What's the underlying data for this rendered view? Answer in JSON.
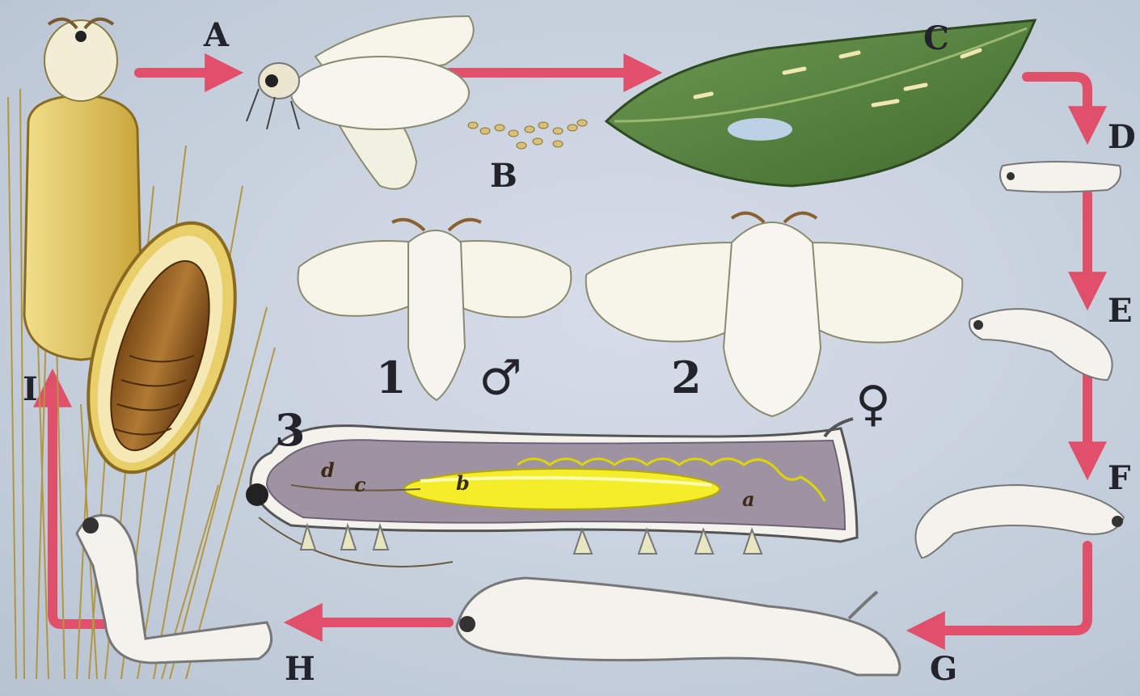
{
  "stage_labels": {
    "A": "A",
    "B": "B",
    "C": "C",
    "D": "D",
    "E": "E",
    "F": "F",
    "G": "G",
    "H": "H",
    "I": "I"
  },
  "figure_labels": {
    "one": "1",
    "two": "2",
    "three": "3",
    "male": "♂",
    "female": "♀"
  },
  "anatomy_labels": {
    "a": "a",
    "b": "b",
    "c": "c",
    "d": "d"
  },
  "colors": {
    "arrow": "#e0506a",
    "background": "#c9d3e0",
    "cocoon": "#e8cf6a",
    "pupa": "#9a6a2a",
    "leaf": "#5e8a44",
    "silk_gland": "#f4ee2a",
    "body_white": "#f3f2ec",
    "ink": "#23232b"
  }
}
